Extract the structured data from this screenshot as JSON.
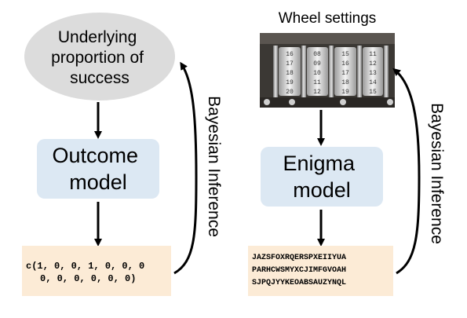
{
  "left": {
    "ellipse_lines": [
      "Underlying",
      "proportion of",
      "success"
    ],
    "model_lines": [
      "Outcome",
      "model"
    ],
    "data_lines": [
      "c(1, 0, 0, 1, 0, 0, 0",
      "0, 0, 0, 0, 0, 0)"
    ],
    "arc_label": "Bayesian Inference"
  },
  "right": {
    "image_title": "Wheel settings",
    "wheel_numbers": [
      [
        "16",
        "17",
        "18",
        "19",
        "20"
      ],
      [
        "08",
        "09",
        "10",
        "11",
        "12"
      ],
      [
        "15",
        "16",
        "17",
        "18",
        "19"
      ],
      [
        "11",
        "12",
        "13",
        "14",
        "15"
      ]
    ],
    "model_lines": [
      "Enigma",
      "model"
    ],
    "data_lines": [
      "JAZSFOXRQERSPXEIIYUA",
      "PARHCWSMYXCJIMFGVOAH",
      "SJPQJYYKEOABSAUZYNQL"
    ],
    "arc_label": "Bayesian Inference"
  },
  "colors": {
    "ellipse_fill": "#dcdcdc",
    "model_fill": "#dce8f3",
    "data_fill": "#fcebd6",
    "arrow": "#000000"
  }
}
